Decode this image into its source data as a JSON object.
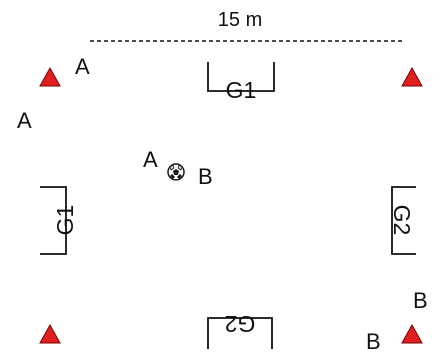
{
  "distance_label": "15 m",
  "goals": {
    "top": "G1",
    "left": "G1",
    "right": "G2",
    "bottom": "G2"
  },
  "players": {
    "top_left_a1": "A",
    "top_left_a2": "A",
    "center_a": "A",
    "center_b": "B",
    "bottom_right_b1": "B",
    "bottom_right_b2": "B"
  },
  "colors": {
    "cone": "#e02020",
    "cone_outline": "#7a0000",
    "line": "#111111",
    "ball_fill": "#ffffff",
    "ball_patch": "#1a1a1a",
    "ball_tint": "#b8e0f0"
  }
}
